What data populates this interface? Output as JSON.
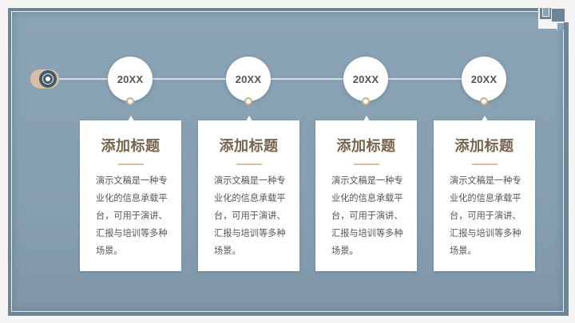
{
  "colors": {
    "frame": "#6e8596",
    "panel": "#8aa3b5",
    "accent_tan": "#d8bfa3",
    "title_brown": "#7a634d",
    "body_text": "#555555"
  },
  "timeline": {
    "start_icon": "target-icon",
    "nodes": [
      {
        "label": "20XX"
      },
      {
        "label": "20XX"
      },
      {
        "label": "20XX"
      },
      {
        "label": "20XX"
      }
    ]
  },
  "cards": [
    {
      "title": "添加标题",
      "body": "演示文稿是一种专业化的信息承载平台，可用于演讲、汇报与培训等多种场景。"
    },
    {
      "title": "添加标题",
      "body": "演示文稿是一种专业化的信息承载平台，可用于演讲、汇报与培训等多种场景。"
    },
    {
      "title": "添加标题",
      "body": "演示文稿是一种专业化的信息承载平台，可用于演讲、汇报与培训等多种场景。"
    },
    {
      "title": "添加标题",
      "body": "演示文稿是一种专业化的信息承载平台，可用于演讲、汇报与培训等多种场景。"
    }
  ]
}
